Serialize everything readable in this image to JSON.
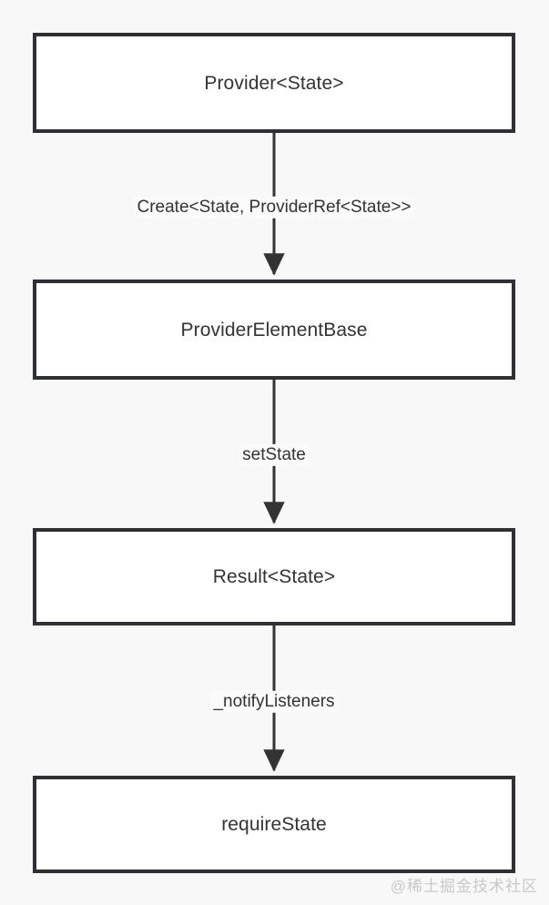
{
  "diagram": {
    "type": "flowchart",
    "direction": "top-to-bottom",
    "background_color": "#f8f8f9",
    "node_border_color": "#2f3033",
    "node_fill_color": "#ffffff",
    "text_color": "#333333",
    "edge_color": "#333333",
    "nodes": [
      {
        "id": "n0",
        "label": "Provider<State>"
      },
      {
        "id": "n1",
        "label": "ProviderElementBase"
      },
      {
        "id": "n2",
        "label": "Result<State>"
      },
      {
        "id": "n3",
        "label": "requireState"
      }
    ],
    "edges": [
      {
        "from": "n0",
        "to": "n1",
        "label": "Create<State, ProviderRef<State>>",
        "arrow": "filled-triangle"
      },
      {
        "from": "n1",
        "to": "n2",
        "label": "setState",
        "arrow": "filled-triangle"
      },
      {
        "from": "n2",
        "to": "n3",
        "label": "_notifyListeners",
        "arrow": "filled-triangle"
      }
    ]
  },
  "watermark": {
    "text": "@稀土掘金技术社区",
    "color": "#c9c9cc"
  }
}
